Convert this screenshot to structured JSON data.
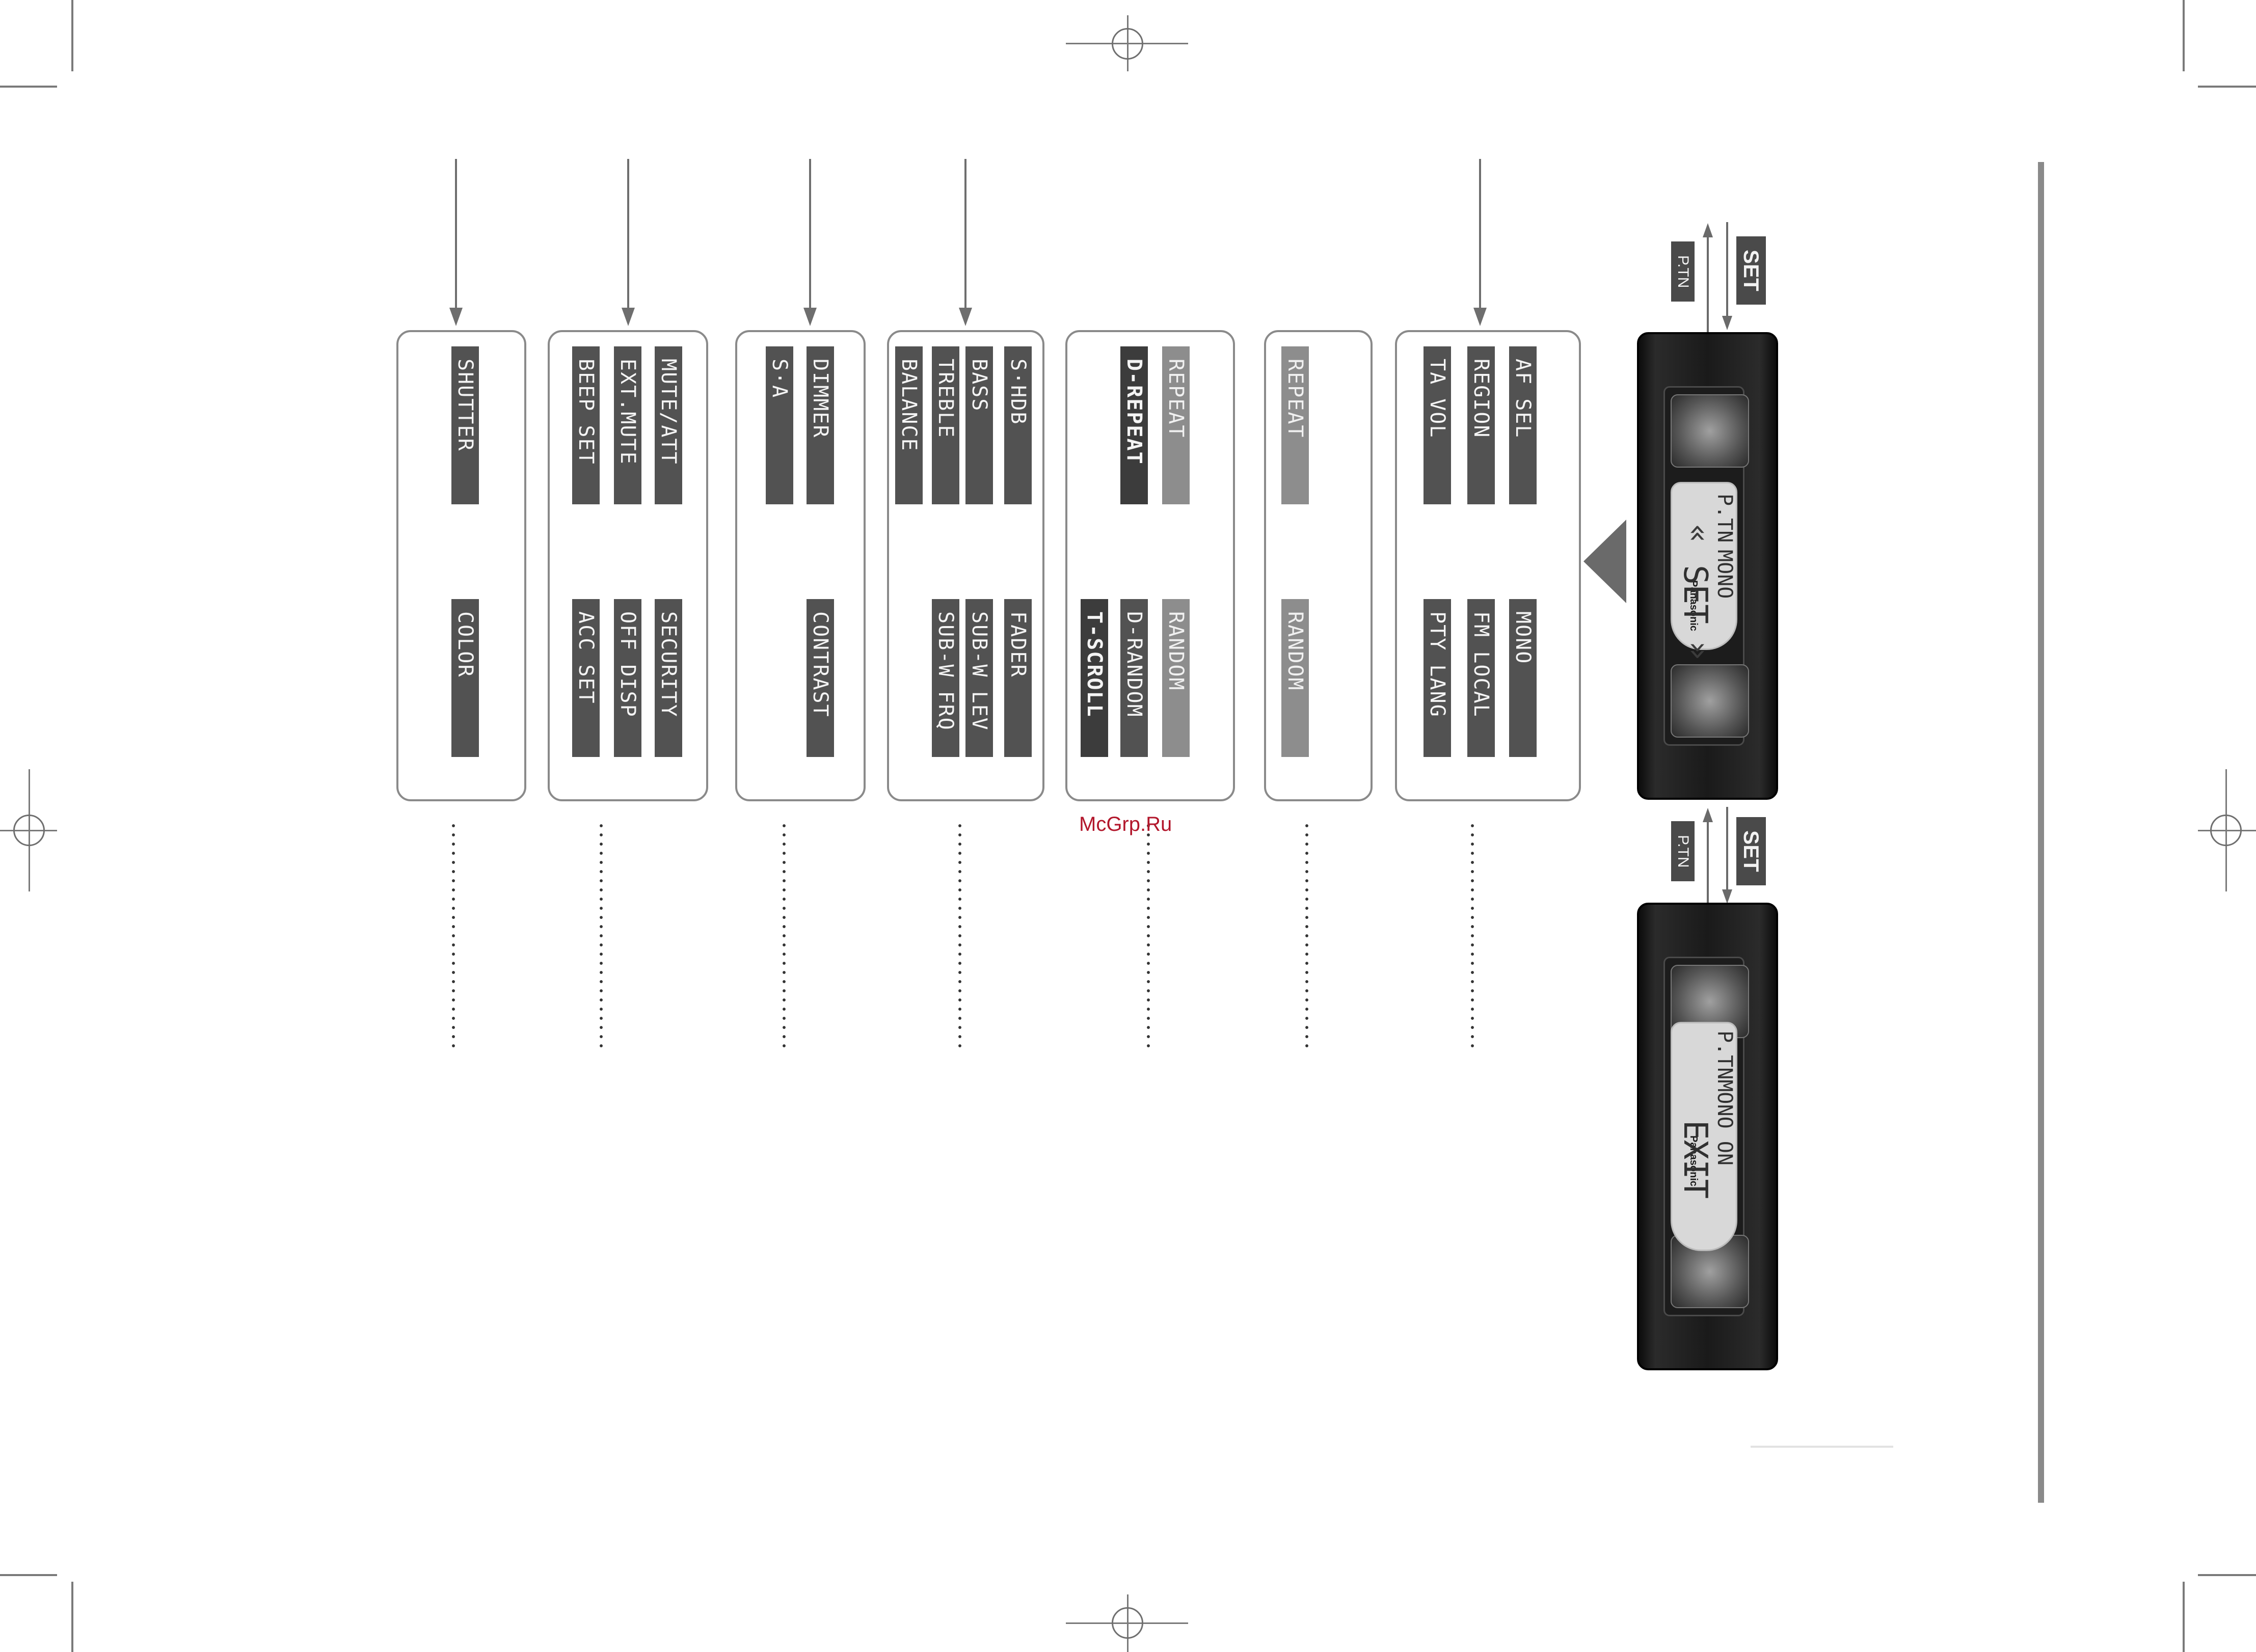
{
  "panels": [
    {
      "left": [
        "AF SEL",
        "REGION",
        "TA VOL"
      ],
      "right": [
        "MONO",
        "FM LOCAL",
        "PTY LANG"
      ]
    },
    {
      "left": [
        "REPEAT"
      ],
      "right": [
        "RANDOM"
      ]
    },
    {
      "left": [
        "REPEAT",
        "D-REPEAT"
      ],
      "right": [
        "RANDOM",
        "D-RANDOM",
        "T-SCROLL"
      ]
    },
    {
      "left": [
        "S·HDB",
        "BASS",
        "TREBLE",
        "BALANCE"
      ],
      "right": [
        "FADER",
        "SUB-W LEV",
        "SUB-W FRQ"
      ]
    },
    {
      "left": [
        "DIMMER",
        "S·A"
      ],
      "right": [
        "CONTRAST"
      ]
    },
    {
      "left": [
        "MUTE/ATT",
        "EXT.MUTE",
        "BEEP SET"
      ],
      "right": [
        "SECURITY",
        "OFF DISP",
        "ACC SET"
      ]
    },
    {
      "left": [
        "SHUTTER"
      ],
      "right": [
        "COLOR"
      ]
    }
  ],
  "device_top": {
    "brand": "Panasonic",
    "lcd_line1_a": "P.TN",
    "lcd_line1_b": "MONO",
    "lcd_line2": "SET",
    "chevron_left": "«",
    "chevron_right": "»"
  },
  "device_bottom": {
    "brand": "Panasonic",
    "lcd_line1": "P.TNMONO ON",
    "lcd_line2": "EXIT"
  },
  "buttons": {
    "set": "SET",
    "ptn": "P.TN"
  },
  "watermark": "McGrp.Ru"
}
